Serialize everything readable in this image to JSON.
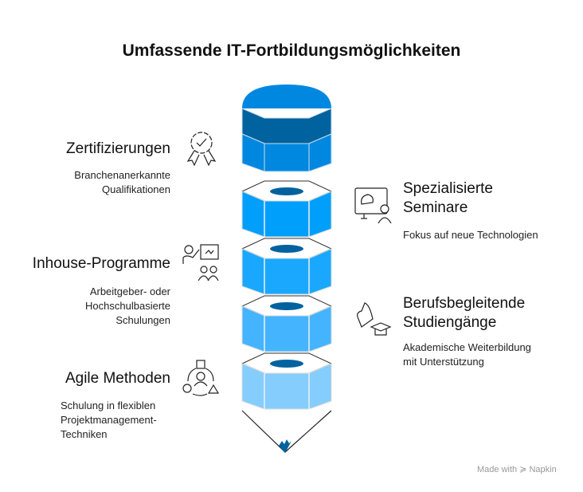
{
  "title": "Umfassende IT-Fortbildungsmöglichkeiten",
  "items": [
    {
      "heading": "Zertifizierungen",
      "desc": [
        "Branchenanerkannte",
        "Qualifikationen"
      ],
      "icon": "award-ribbon-icon"
    },
    {
      "heading": "Spezialisierte",
      "heading2": "Seminare",
      "desc": [
        "Fokus auf neue Technologien"
      ],
      "icon": "presentation-screen-icon"
    },
    {
      "heading": "Inhouse-Programme",
      "desc": [
        "Arbeitgeber- oder",
        "Hochschulbasierte",
        "Schulungen"
      ],
      "icon": "trainer-group-icon"
    },
    {
      "heading": "Berufsbegleitende",
      "heading2": "Studiengänge",
      "desc": [
        "Akademische Weiterbildung",
        "mit Unterstützung"
      ],
      "icon": "graduation-cap-icon"
    },
    {
      "heading": "Agile Methoden",
      "desc": [
        "Schulung in flexiblen",
        "Projektmanagement-",
        "Techniken"
      ],
      "icon": "agile-team-icon"
    }
  ],
  "colors": {
    "cap": "#0088e0",
    "band": "#00629e",
    "seg": [
      "#009ffb",
      "#1aa8ff",
      "#44b4ff",
      "#85cdfc"
    ],
    "tip": "#00629e"
  },
  "brand": "Made with ≽ Napkin"
}
